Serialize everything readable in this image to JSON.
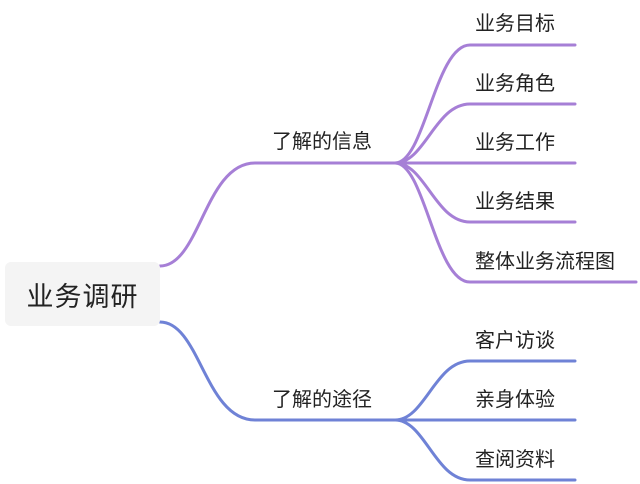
{
  "root": {
    "label": "业务调研"
  },
  "branches": [
    {
      "label": "了解的信息",
      "color": "#a67fd6",
      "children": [
        {
          "label": "业务目标"
        },
        {
          "label": "业务角色"
        },
        {
          "label": "业务工作"
        },
        {
          "label": "业务结果"
        },
        {
          "label": "整体业务流程图"
        }
      ]
    },
    {
      "label": "了解的途径",
      "color": "#6f82d6",
      "children": [
        {
          "label": "客户访谈"
        },
        {
          "label": "亲身体验"
        },
        {
          "label": "查阅资料"
        }
      ]
    }
  ]
}
